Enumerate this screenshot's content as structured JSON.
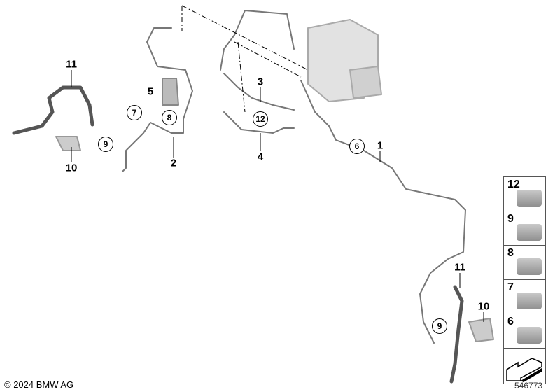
{
  "callouts": {
    "label_11_left": "11",
    "label_10_left": "10",
    "circle_9_left": "9",
    "circle_7": "7",
    "label_5": "5",
    "circle_8": "8",
    "label_2": "2",
    "label_3": "3",
    "circle_12": "12",
    "label_4": "4",
    "circle_6": "6",
    "label_1": "1",
    "label_11_right": "11",
    "label_10_right": "10",
    "circle_9_right": "9"
  },
  "legend": [
    {
      "number": "12",
      "part": "clip-12"
    },
    {
      "number": "9",
      "part": "clip-9"
    },
    {
      "number": "8",
      "part": "clip-8"
    },
    {
      "number": "7",
      "part": "clip-7"
    },
    {
      "number": "6",
      "part": "clip-6"
    },
    {
      "number": "",
      "part": "arrow-icon"
    }
  ],
  "footer": {
    "copyright": "© 2024 BMW AG",
    "diagram_id": "546773"
  }
}
